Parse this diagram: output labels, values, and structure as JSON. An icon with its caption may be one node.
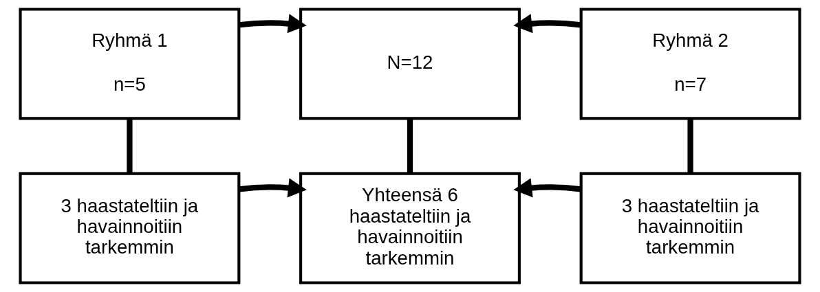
{
  "diagram": {
    "nodes": [
      {
        "text": [
          "Ryhmä 1",
          "n=5"
        ]
      },
      {
        "text": [
          "N=12"
        ]
      },
      {
        "text": [
          "Ryhmä 2",
          "n=7"
        ]
      },
      {
        "text": [
          "3 haastateltiin ja havainnoitiin tarkemmin"
        ]
      },
      {
        "text": [
          "Yhteensä 6 haastateltiin ja havainnoitiin tarkemmin"
        ]
      },
      {
        "text": [
          "3 haastateltiin ja havainnoitiin tarkemmin"
        ]
      }
    ],
    "edges": [
      {
        "from": 0,
        "to": 1,
        "arrow": "to"
      },
      {
        "from": 2,
        "to": 1,
        "arrow": "to"
      },
      {
        "from": 0,
        "to": 3,
        "arrow": "none"
      },
      {
        "from": 1,
        "to": 4,
        "arrow": "none"
      },
      {
        "from": 2,
        "to": 5,
        "arrow": "none"
      },
      {
        "from": 3,
        "to": 4,
        "arrow": "to"
      },
      {
        "from": 5,
        "to": 4,
        "arrow": "to"
      }
    ]
  }
}
